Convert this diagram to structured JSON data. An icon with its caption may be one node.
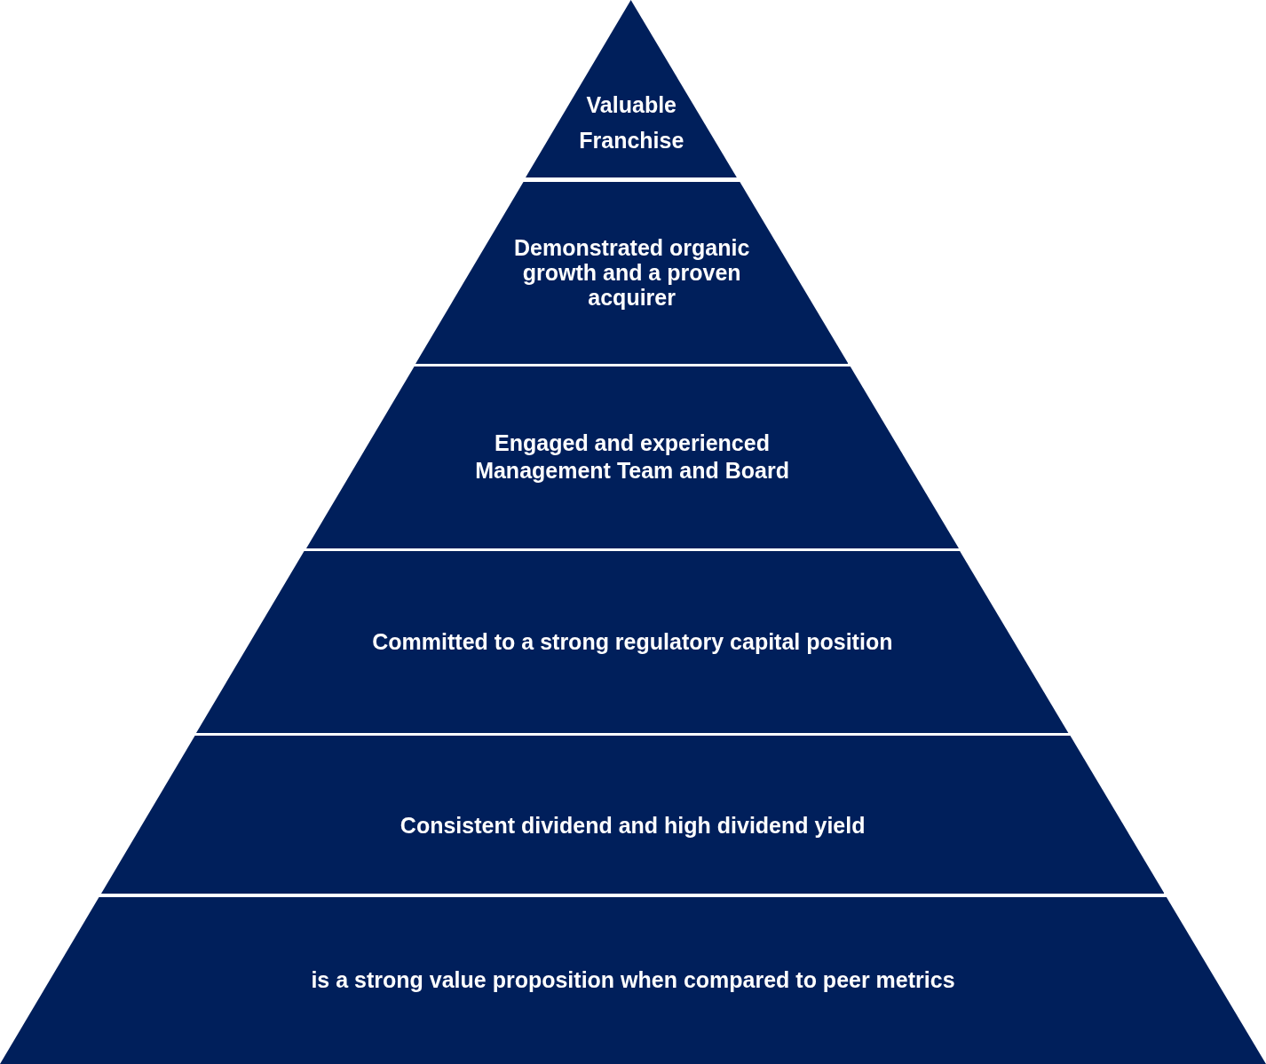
{
  "diagram": {
    "nodes": [
      {
        "text": [
          "Valuable Franchise"
        ]
      },
      {
        "text": [
          "Demonstrated organic growth and a proven acquirer"
        ]
      },
      {
        "text": [
          "Engaged and experienced Management Team and Board"
        ]
      },
      {
        "text": [
          "Committed to a strong regulatory capital position"
        ]
      },
      {
        "text": [
          "Consistent dividend and high dividend yield"
        ]
      },
      {
        "text": [
          "is a strong value proposition when compared to peer metrics"
        ]
      }
    ]
  }
}
